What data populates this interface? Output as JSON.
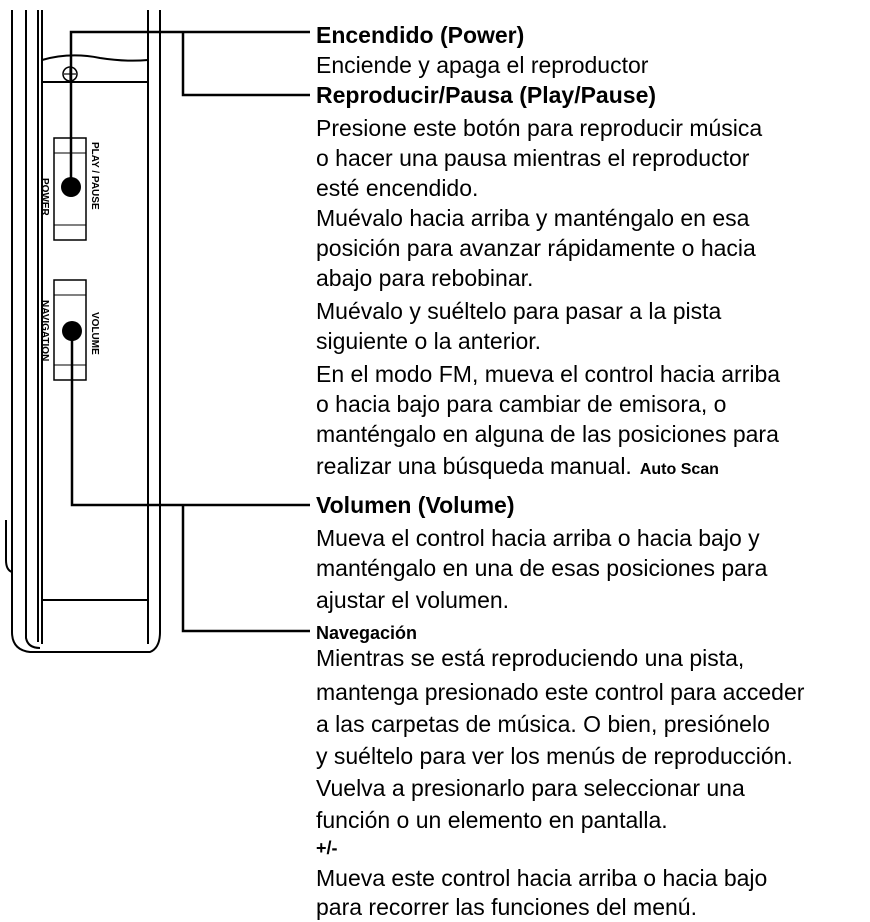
{
  "device_labels": {
    "power": "POWER",
    "play_pause": "PLAY / PAUSE",
    "navigation": "NAVIGATION",
    "volume": "VOLUME"
  },
  "sections": {
    "power": {
      "heading": "Encendido (Power)",
      "lines": [
        "Enciende y apaga el reproductor"
      ]
    },
    "play_pause": {
      "heading": "Reproducir/Pausa (Play/Pause)",
      "lines": [
        "Presione este botón para reproducir música",
        "o hacer una pausa mientras el reproductor",
        "esté encendido.",
        "Muévalo hacia arriba y manténgalo en esa",
        "posición para avanzar rápidamente o hacia",
        "abajo para rebobinar.",
        "Muévalo y suéltelo para pasar a la pista",
        "siguiente o la anterior.",
        "En el modo FM, mueva el control hacia arriba",
        "o hacia bajo para cambiar de emisora, o",
        "manténgalo en alguna de las posiciones para",
        "realizar una búsqueda manual."
      ],
      "inline_note": "Auto Scan"
    },
    "volume": {
      "heading": "Volumen (Volume)",
      "lines": [
        "Mueva el control hacia arriba o hacia bajo y",
        "manténgalo en una de esas posiciones para",
        "ajustar el volumen."
      ]
    },
    "navigation": {
      "heading": "Navegación",
      "lines": [
        "Mientras se está reproduciendo una pista,",
        "mantenga presionado este control para acceder",
        "a las carpetas de música.  O bien, presiónelo",
        "y suéltelo para ver los menús de reproducción.",
        "Vuelva a presionarlo para seleccionar una",
        "función o un elemento en pantalla."
      ],
      "sub_heading": "+/-",
      "sub_lines": [
        "Mueva este control hacia arriba o hacia bajo",
        "para recorrer las funciones del menú."
      ]
    }
  }
}
